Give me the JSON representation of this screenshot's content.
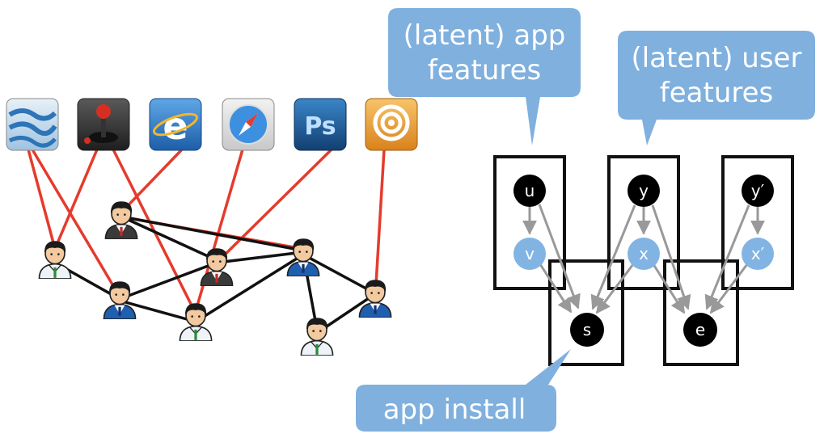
{
  "callouts": {
    "app_features": [
      "(latent) app",
      "features"
    ],
    "user_features": [
      "(latent) user",
      "features"
    ],
    "app_install": "app install"
  },
  "apps": [
    {
      "icon": "maps-icon"
    },
    {
      "icon": "joystick-icon"
    },
    {
      "icon": "internet-explorer-icon"
    },
    {
      "icon": "safari-compass-icon"
    },
    {
      "icon": "photoshop-icon",
      "text": "Ps"
    },
    {
      "icon": "rss-icon"
    }
  ],
  "model_nodes": {
    "u": "u",
    "v": "v",
    "y": "y",
    "x": "x",
    "y_prime": "y′",
    "x_prime": "x′",
    "s": "s",
    "e": "e"
  },
  "colors": {
    "callout_blue": "#7fb0de",
    "observed_node": "#000000",
    "latent_node": "#82b4e3",
    "install_edge": "#e53b2c",
    "friend_edge": "#111111",
    "arrow_gray": "#999999"
  }
}
